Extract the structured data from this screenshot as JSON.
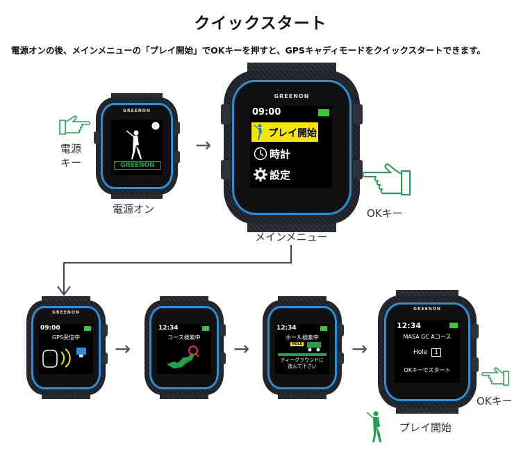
{
  "title": "クイックスタート",
  "intro": "電源オンの後、メインメニューの「プレイ開始」でOKキーを押すと、GPSキャディモードをクイックスタートできます。",
  "brand": "GREENON",
  "power_key_label": "電源\nキー",
  "power_on_caption": "電源オン",
  "main_menu_caption": "メインメニュー",
  "ok_key_label": "OKキー",
  "ok_key_label_2": "OKキー",
  "play_start_caption": "プレイ開始",
  "screen1": {
    "logo": "GREENON"
  },
  "screen2": {
    "time": "09:00",
    "items": [
      "プレイ開始",
      "時計",
      "設定"
    ]
  },
  "screen3": {
    "time": "09:00",
    "status": "GPS受信中"
  },
  "screen4": {
    "time": "12:34",
    "status": "コース検索中"
  },
  "screen5": {
    "time": "12:34",
    "status": "ホール検索中",
    "sign": "HOLE",
    "hint": "ティーグラウンドに\n進んで下さい"
  },
  "screen6": {
    "time": "12:34",
    "course": "MASA GC Aコース",
    "hole_label": "Hole",
    "hole_value": "1",
    "prompt": "OKキーでスタート"
  },
  "colors": {
    "accent_blue": "#2a8fd6",
    "highlight_yellow": "#f5e600",
    "green": "#1fa24a"
  }
}
